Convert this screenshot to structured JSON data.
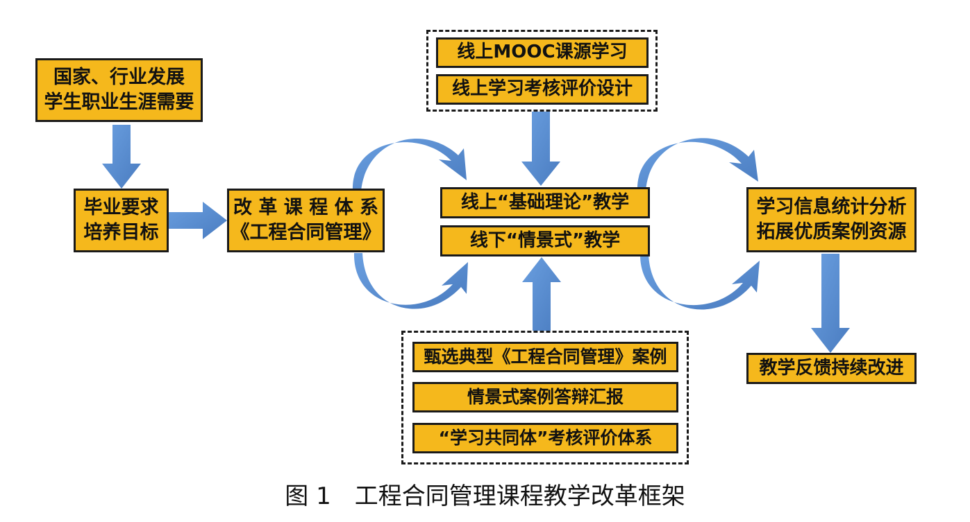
{
  "boxes": {
    "needs": [
      "国家、行业发展",
      "学生职业生涯需要"
    ],
    "requirements": [
      "毕业要求",
      "培养目标"
    ],
    "reform": [
      "改 革 课 程 体 系",
      "《工程合同管理》"
    ],
    "online_mooc": "线上MOOC课源学习",
    "online_assess": "线上学习考核评价设计",
    "online_teaching": "线上“基础理论”教学",
    "offline_teaching": "线下“情景式”教学",
    "case_select": "甄选典型《工程合同管理》案例",
    "case_report": "情景式案例答辩汇报",
    "community_eval": "“学习共同体”考核评价体系",
    "analysis": [
      "学习信息统计分析",
      "拓展优质案例资源"
    ],
    "feedback": "教学反馈持续改进"
  },
  "caption": "图 1　工程合同管理课程教学改革框架",
  "colors": {
    "box_fill": "#f5b81c",
    "arrow_fill": "#5b8fd1",
    "border": "#1a1a1a"
  }
}
